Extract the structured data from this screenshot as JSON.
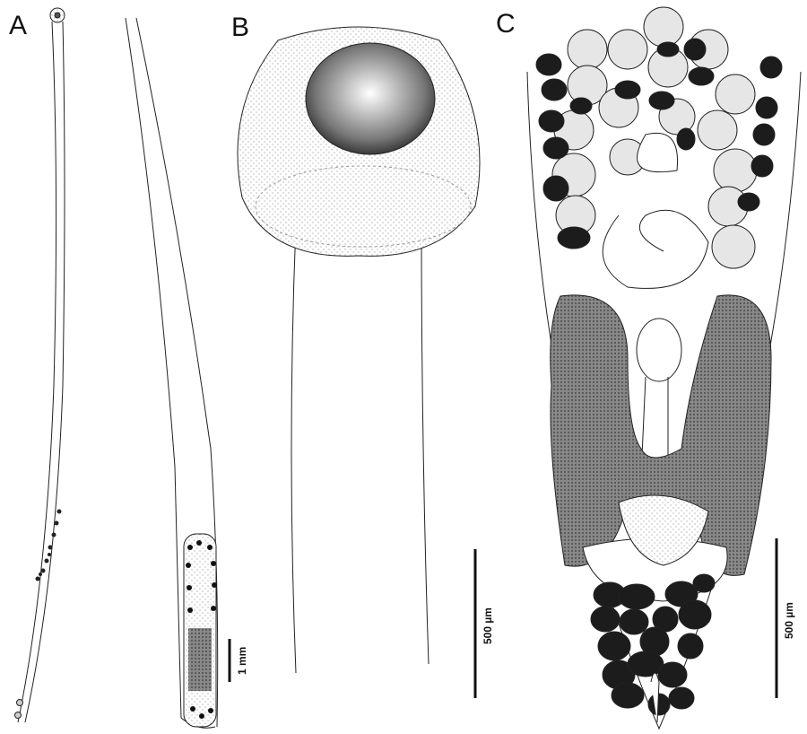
{
  "panels": {
    "a": {
      "label": "A",
      "scale_bar": "1 mm"
    },
    "b": {
      "label": "B"
    },
    "c": {
      "label": "C",
      "scale_bar": "500 µm"
    }
  },
  "middle_scale_bar": "500 µm",
  "colors": {
    "ink": "#111111",
    "stipple_gray": "#8a8a8a",
    "egg_light": "#e6e6e6",
    "dark_gland": "#1c1c1c"
  }
}
